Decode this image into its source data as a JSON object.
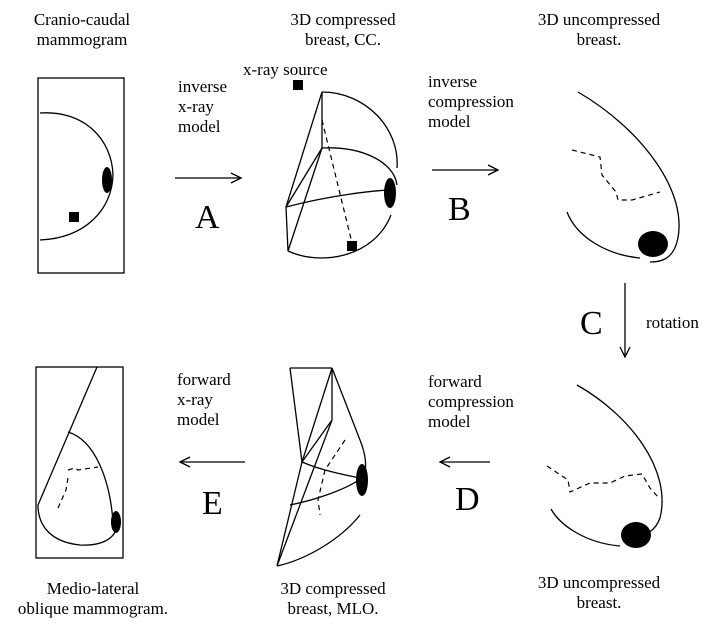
{
  "captions": {
    "cc_mammogram": [
      "Cranio-caudal",
      "mammogram"
    ],
    "compressed_cc": [
      "3D compressed",
      "breast, CC."
    ],
    "uncompressed_top": [
      "3D uncompressed",
      "breast."
    ],
    "uncompressed_bottom": [
      "3D uncompressed",
      "breast."
    ],
    "compressed_mlo": [
      "3D compressed",
      "breast, MLO."
    ],
    "mlo_mammogram": [
      "Medio-lateral",
      "oblique mammogram."
    ]
  },
  "source_label": "x-ray source",
  "steps": [
    {
      "letter": "A",
      "lines": [
        "inverse",
        "x-ray",
        "model"
      ]
    },
    {
      "letter": "B",
      "lines": [
        "inverse",
        "compression",
        "model"
      ]
    },
    {
      "letter": "C",
      "lines": [
        "rotation"
      ]
    },
    {
      "letter": "D",
      "lines": [
        "forward",
        "compression",
        "model"
      ]
    },
    {
      "letter": "E",
      "lines": [
        "forward",
        "x-ray",
        "model"
      ]
    }
  ]
}
